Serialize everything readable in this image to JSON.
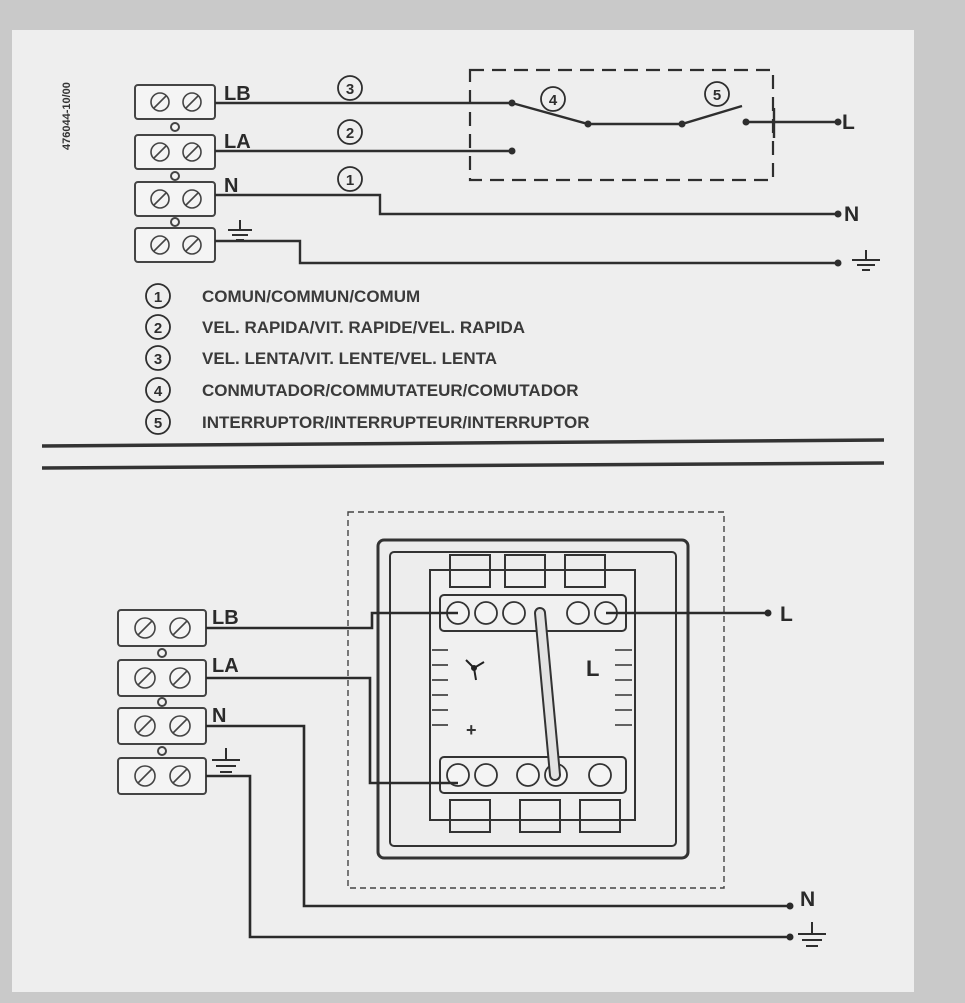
{
  "doc_code": "476044-10/00",
  "top": {
    "terminal_labels": [
      "LB",
      "LA",
      "N"
    ],
    "wire_markers": [
      "3",
      "2",
      "1"
    ],
    "switch_markers": [
      "4",
      "5"
    ],
    "outputs": [
      "L",
      "N"
    ]
  },
  "legend": [
    {
      "num": "1",
      "text": "COMUN/COMMUN/COMUM"
    },
    {
      "num": "2",
      "text": "VEL. RAPIDA/VIT. RAPIDE/VEL. RAPIDA"
    },
    {
      "num": "3",
      "text": "VEL. LENTA/VIT. LENTE/VEL. LENTA"
    },
    {
      "num": "4",
      "text": "CONMUTADOR/COMMUTATEUR/COMUTADOR"
    },
    {
      "num": "5",
      "text": "INTERRUPTOR/INTERRUPTEUR/INTERRUPTOR"
    }
  ],
  "bottom": {
    "terminal_labels": [
      "LB",
      "LA",
      "N"
    ],
    "device_label": "L",
    "outputs": [
      "L",
      "N"
    ]
  }
}
